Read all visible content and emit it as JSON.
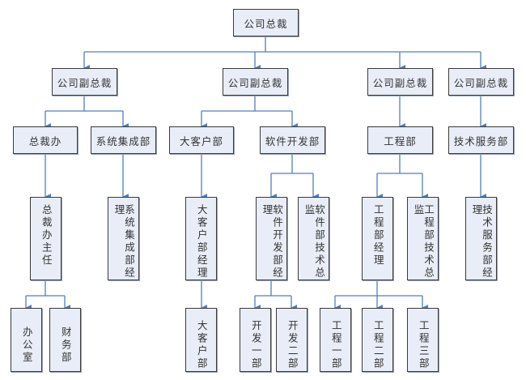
{
  "colors": {
    "box_fill": "#e8edf7",
    "box_border": "#3a3a3a",
    "connector": "#4f7fbf"
  },
  "top": {
    "label": "公司总裁"
  },
  "vps": [
    {
      "label": "公司副总裁"
    },
    {
      "label": "公司副总裁"
    },
    {
      "label": "公司副总裁"
    },
    {
      "label": "公司副总裁"
    }
  ],
  "departments": [
    {
      "label": "总裁办"
    },
    {
      "label": "系统集成部"
    },
    {
      "label": "大客户部"
    },
    {
      "label": "软件开发部"
    },
    {
      "label": "工程部"
    },
    {
      "label": "技术服务部"
    }
  ],
  "managers": [
    {
      "label": "总裁办主任"
    },
    {
      "label": "系统集成部经理"
    },
    {
      "label": "大客户部经理"
    },
    {
      "label": "软件开发部经理"
    },
    {
      "label": "软件部技术总监"
    },
    {
      "label": "工程部经理"
    },
    {
      "label": "工程部技术总监"
    },
    {
      "label": "技术服务部经理"
    }
  ],
  "units": [
    {
      "label": "办公室"
    },
    {
      "label": "财务部"
    },
    {
      "label": "大客户部"
    },
    {
      "label": "开发一部"
    },
    {
      "label": "开发二部"
    },
    {
      "label": "工程一部"
    },
    {
      "label": "工程二部"
    },
    {
      "label": "工程三部"
    }
  ]
}
